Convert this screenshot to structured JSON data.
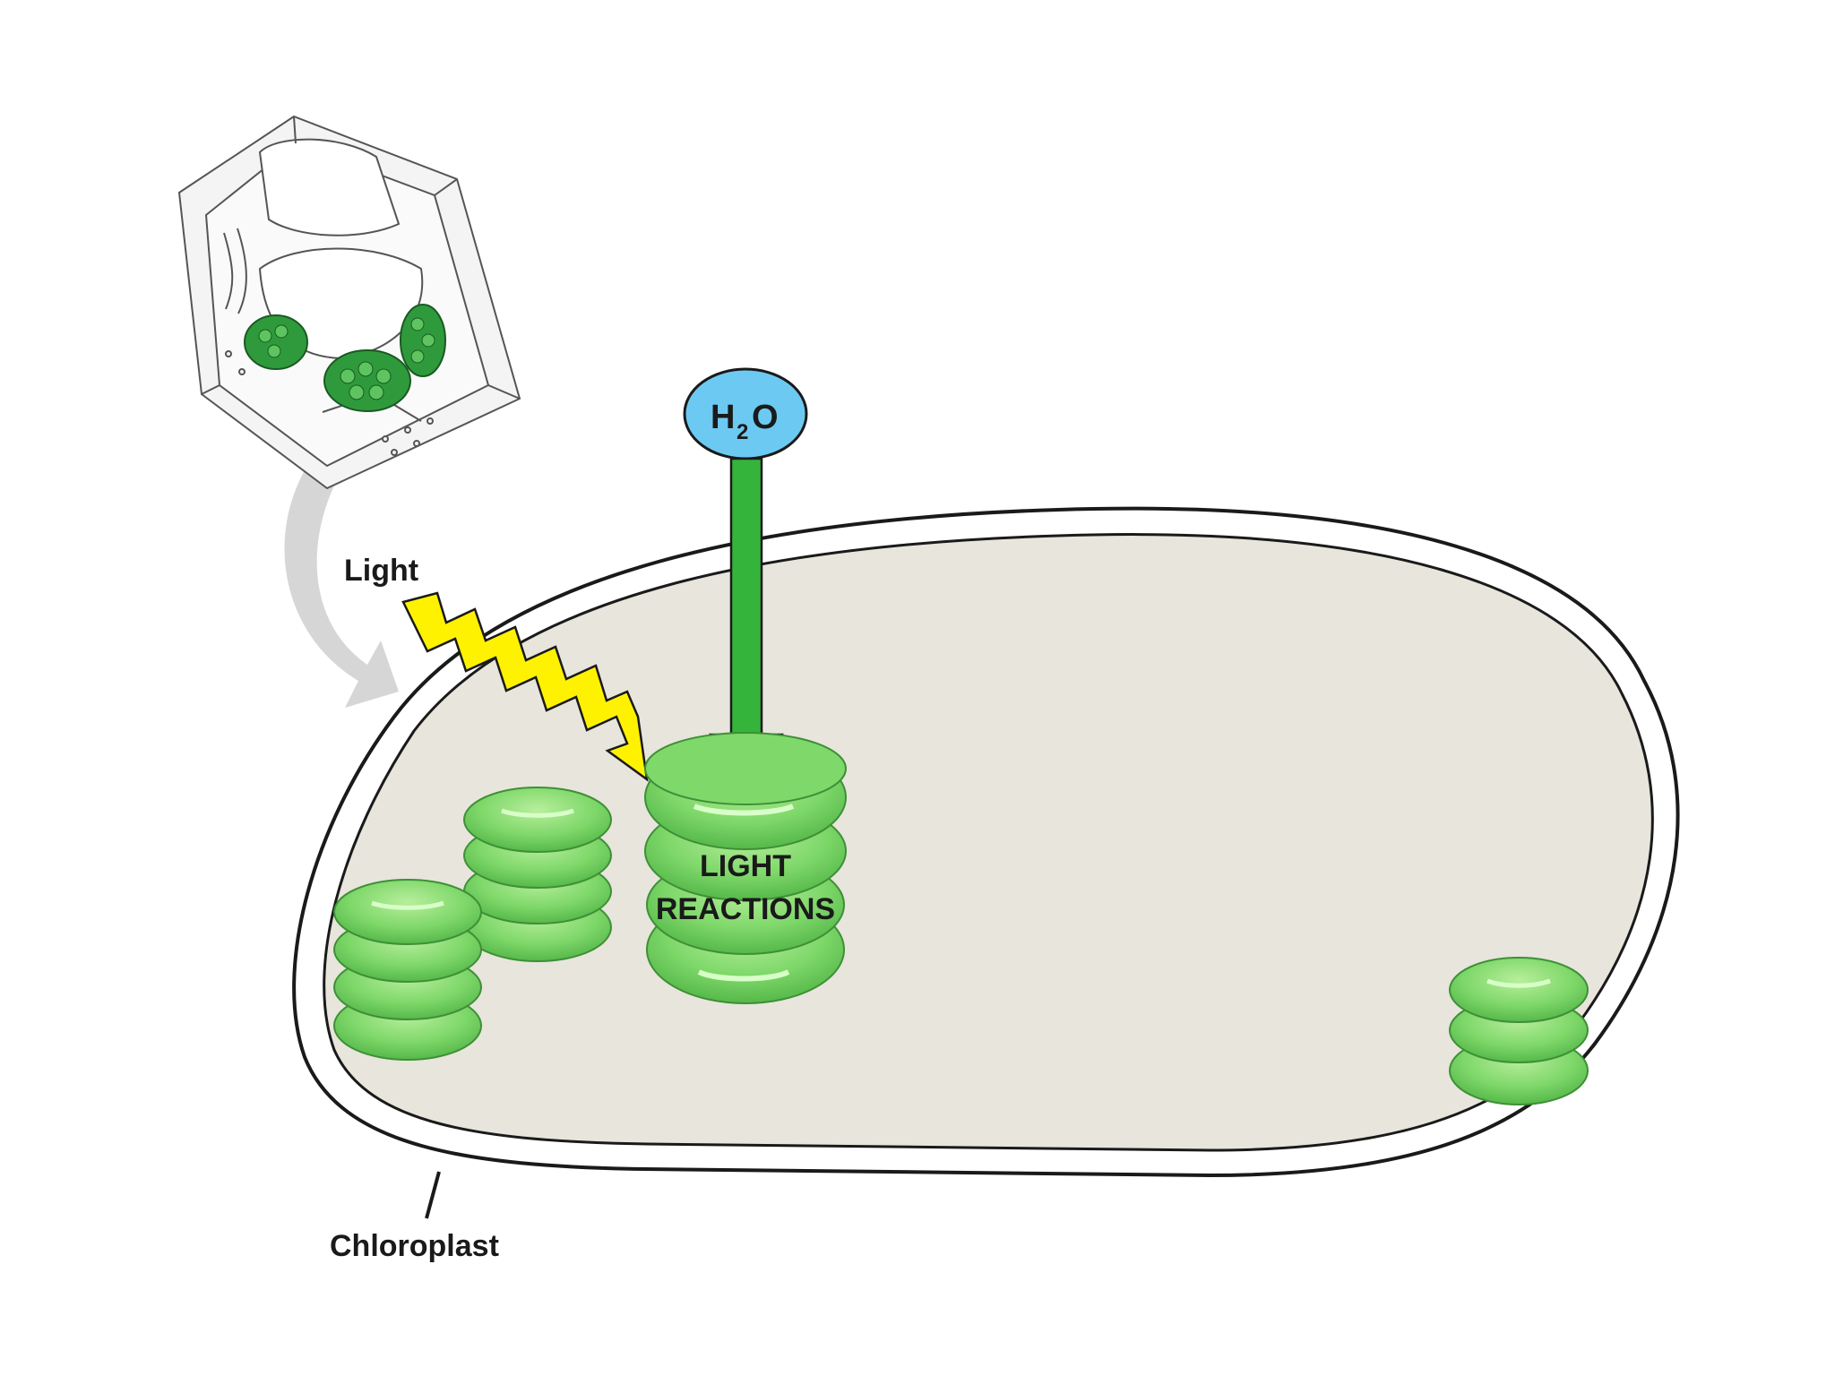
{
  "labels": {
    "light": "Light",
    "h2o_main": "H",
    "h2o_sub": "2",
    "h2o_end": "O",
    "reactions_line1": "LIGHT",
    "reactions_line2": "REACTIONS",
    "chloroplast": "Chloroplast"
  },
  "colors": {
    "stroma": "#e7e5dc",
    "thylakoid": "#7fd86a",
    "thylakoid_light": "#b8ee9c",
    "thylakoid_dark": "#4fb043",
    "arrow_green": "#35b43c",
    "h2o_bubble": "#6ccaf2",
    "lightning": "#fff200",
    "cell_chloroplast": "#2f9a3c",
    "pointer_arrow": "#d4d4d4"
  },
  "icons": {
    "plant_cell": "plant-cell-icon",
    "lightning": "lightning-bolt-icon",
    "arrow": "down-arrow-icon"
  }
}
